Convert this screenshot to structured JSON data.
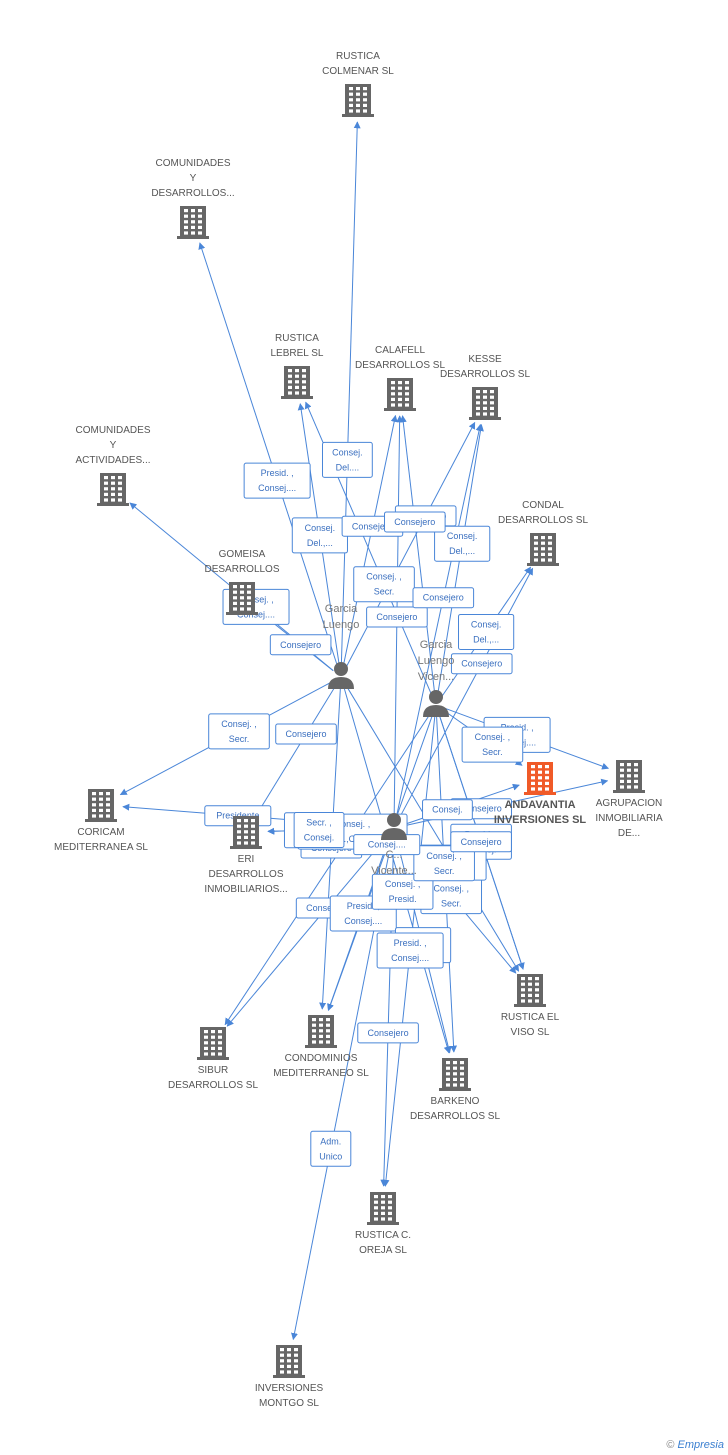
{
  "colors": {
    "edge": "#4a86d8",
    "building": "#666666",
    "main_building": "#f05a28",
    "person": "#666666"
  },
  "companies": [
    {
      "id": "colmenar",
      "lines": [
        "RUSTICA",
        "COLMENAR SL"
      ],
      "icon": "building-icon"
    },
    {
      "id": "com_des",
      "lines": [
        "COMUNIDADES",
        "Y",
        "DESARROLLOS..."
      ],
      "icon": "building-icon"
    },
    {
      "id": "lebrel",
      "lines": [
        "RUSTICA",
        "LEBREL SL"
      ],
      "icon": "building-icon"
    },
    {
      "id": "calafell",
      "lines": [
        "CALAFELL",
        "DESARROLLOS SL"
      ],
      "icon": "building-icon"
    },
    {
      "id": "kesse",
      "lines": [
        "KESSE",
        "DESARROLLOS SL"
      ],
      "icon": "building-icon"
    },
    {
      "id": "com_act",
      "lines": [
        "COMUNIDADES",
        "Y",
        "ACTIVIDADES..."
      ],
      "icon": "building-icon"
    },
    {
      "id": "gomeisa",
      "lines": [
        "GOMEISA",
        "DESARROLLOS"
      ],
      "icon": "building-icon"
    },
    {
      "id": "condal",
      "lines": [
        "CONDAL",
        "DESARROLLOS SL"
      ],
      "icon": "building-icon"
    },
    {
      "id": "andavantia",
      "lines": [
        "ANDAVANTIA",
        "INVERSIONES SL"
      ],
      "icon": "building-icon",
      "main": true
    },
    {
      "id": "agrupacion",
      "lines": [
        "AGRUPACION",
        "INMOBILIARIA",
        "DE..."
      ],
      "icon": "building-icon"
    },
    {
      "id": "coricam",
      "lines": [
        "CORICAM",
        "MEDITERRANEA SL"
      ],
      "icon": "building-icon"
    },
    {
      "id": "eri",
      "lines": [
        "ERI",
        "DESARROLLOS",
        "INMOBILIARIOS..."
      ],
      "icon": "building-icon"
    },
    {
      "id": "viso",
      "lines": [
        "RUSTICA EL",
        "VISO SL"
      ],
      "icon": "building-icon"
    },
    {
      "id": "sibur",
      "lines": [
        "SIBUR",
        "DESARROLLOS SL"
      ],
      "icon": "building-icon"
    },
    {
      "id": "condominios",
      "lines": [
        "CONDOMINIOS",
        "MEDITERRANEO SL"
      ],
      "icon": "building-icon"
    },
    {
      "id": "barkeno",
      "lines": [
        "BARKENO",
        "DESARROLLOS SL"
      ],
      "icon": "building-icon"
    },
    {
      "id": "oreja",
      "lines": [
        "RUSTICA C.",
        "OREJA SL"
      ],
      "icon": "building-icon"
    },
    {
      "id": "montgo",
      "lines": [
        "INVERSIONES",
        "MONTGO SL"
      ],
      "icon": "building-icon"
    }
  ],
  "persons": [
    {
      "id": "p1",
      "lines": [
        "Garcia",
        "Luengo"
      ],
      "icon": "person-icon"
    },
    {
      "id": "p2",
      "lines": [
        "Garcia",
        "Luengo",
        "Vicen..."
      ],
      "icon": "person-icon"
    },
    {
      "id": "p3",
      "lines": [
        "C...",
        "Vicente..."
      ],
      "icon": "person-icon"
    }
  ],
  "edges": [
    {
      "from": "p1",
      "to": "colmenar",
      "label": [
        "Consej.",
        "Del...."
      ]
    },
    {
      "from": "p1",
      "to": "com_des",
      "label": [
        "Presid. ,",
        "Consej...."
      ]
    },
    {
      "from": "p1",
      "to": "lebrel",
      "label": [
        "Consej.",
        "Del.,..."
      ]
    },
    {
      "from": "p1",
      "to": "calafell",
      "label": [
        "Consejero"
      ]
    },
    {
      "from": "p1",
      "to": "kesse",
      "label": [
        "Consejero"
      ]
    },
    {
      "from": "p1",
      "to": "com_act",
      "label": [
        "Consej. ,",
        "Consej...."
      ]
    },
    {
      "from": "p1",
      "to": "gomeisa",
      "label": [
        "Consejero"
      ]
    },
    {
      "from": "p2",
      "to": "condal",
      "label": [
        "Consej.",
        "Del.,..."
      ]
    },
    {
      "from": "p2",
      "to": "kesse",
      "label": [
        "Consej.",
        "Del.,..."
      ]
    },
    {
      "from": "p2",
      "to": "calafell",
      "label": [
        "Consejero"
      ]
    },
    {
      "from": "p2",
      "to": "lebrel",
      "label": [
        "Consej. ,",
        "Secr."
      ]
    },
    {
      "from": "p2",
      "to": "agrupacion",
      "label": [
        "Presid. ,",
        "Consej...."
      ]
    },
    {
      "from": "p2",
      "to": "viso",
      "label": [
        "Presid. ,",
        "Consej."
      ]
    },
    {
      "from": "p3",
      "to": "coricam",
      "label": [
        "Presidente"
      ]
    },
    {
      "from": "p3",
      "to": "eri",
      "label": [
        "Consej.",
        "Del.,..."
      ]
    },
    {
      "from": "p3",
      "to": "sibur",
      "label": [
        "Consejero"
      ]
    },
    {
      "from": "p3",
      "to": "condominios",
      "label": [
        "Presid. ,",
        "Consej...."
      ]
    },
    {
      "from": "p3",
      "to": "barkeno",
      "label": [
        "Consej.",
        "Del.,..."
      ]
    },
    {
      "from": "p3",
      "to": "oreja",
      "label": [
        "Consejero"
      ]
    },
    {
      "from": "p3",
      "to": "montgo",
      "label": [
        "Adm.",
        "Unico"
      ]
    },
    {
      "from": "p3",
      "to": "agrupacion",
      "label": [
        "Consejero"
      ]
    },
    {
      "from": "p3",
      "to": "viso",
      "label": [
        "Consej. ,",
        "Secr."
      ]
    },
    {
      "from": "p3",
      "to": "calafell",
      "label": [
        "Consejero"
      ]
    },
    {
      "from": "p3",
      "to": "kesse",
      "label": [
        "Consejero"
      ]
    },
    {
      "from": "p3",
      "to": "condal",
      "label": [
        "Consejero"
      ]
    },
    {
      "from": "p1",
      "to": "eri",
      "label": [
        "Consejero"
      ]
    },
    {
      "from": "p1",
      "to": "coricam",
      "label": [
        "Consej. ,",
        "Secr."
      ]
    },
    {
      "from": "p1",
      "to": "condominios",
      "label": [
        "Consejero"
      ]
    },
    {
      "from": "p1",
      "to": "barkeno",
      "label": [
        "Consej. ,",
        "Presid."
      ]
    },
    {
      "from": "p1",
      "to": "viso",
      "label": [
        "Consej. ,",
        "Consej...."
      ]
    },
    {
      "from": "p2",
      "to": "sibur",
      "label": [
        "Consej. ,",
        "Presid.,Consej...."
      ]
    },
    {
      "from": "p2",
      "to": "barkeno",
      "label": [
        "Consej. ,",
        "Secr."
      ]
    },
    {
      "from": "p2",
      "to": "oreja",
      "label": [
        "Presid. ,",
        "Consej...."
      ]
    },
    {
      "from": "p3",
      "to": "eri",
      "label": [
        "Secr. ,",
        "Consej."
      ]
    },
    {
      "from": "p2",
      "to": "andavantia",
      "label": [
        "Consej. ,",
        "Secr."
      ]
    },
    {
      "from": "p3",
      "to": "andavantia",
      "label": [
        "Consej."
      ]
    },
    {
      "from": "p2",
      "to": "condominios",
      "label": [
        "Consej...."
      ]
    },
    {
      "from": "p2",
      "to": "viso",
      "label": [
        "Consejero"
      ]
    }
  ],
  "footer": {
    "copyright": "©",
    "brand": "Empresia"
  }
}
